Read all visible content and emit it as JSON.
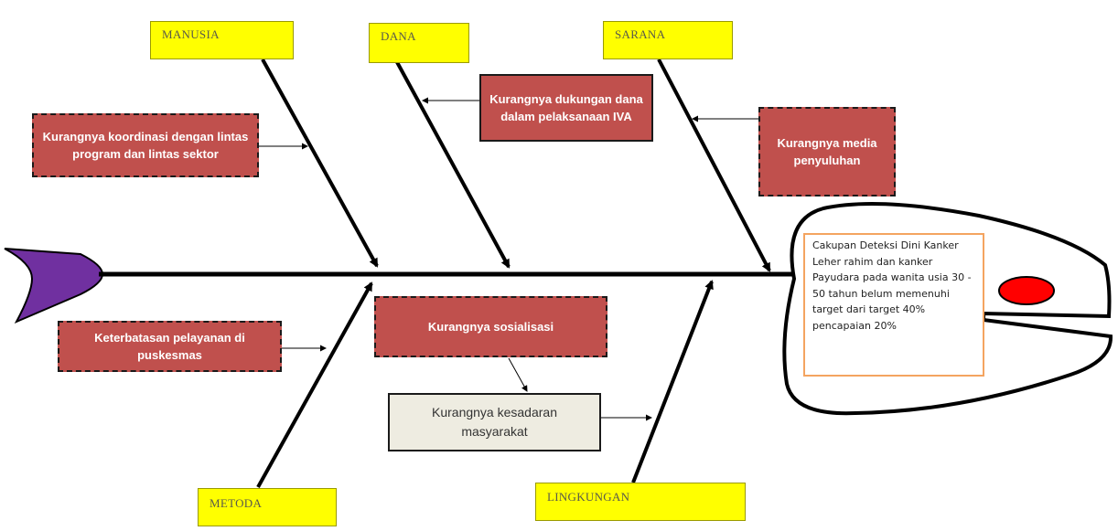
{
  "categories": {
    "manusia": "MANUSIA",
    "dana": "DANA",
    "sarana": "SARANA",
    "metoda": "METODA",
    "lingkungan": "LINGKUNGAN"
  },
  "causes": {
    "koordinasi": "Kurangnya koordinasi dengan lintas program dan lintas sektor",
    "dukungan_dana": "Kurangnya dukungan dana dalam pelaksanaan IVA",
    "media": "Kurangnya media penyuluhan",
    "pelayanan": "Keterbatasan pelayanan di puskesmas",
    "sosialisasi": "Kurangnya sosialisasi",
    "kesadaran": "Kurangnya kesadaran masyarakat"
  },
  "effect": "Cakupan Deteksi Dini Kanker Leher rahim dan kanker Payudara pada wanita usia 30 - 50 tahun belum memenuhi target dari target 40% pencapaian 20%",
  "colors": {
    "category_fill": "#ffff00",
    "cause_fill": "#c0504d",
    "plain_cause_fill": "#eeece1",
    "effect_border": "#f4a460",
    "tail_fill": "#7030a0",
    "eye_fill": "#ff0000"
  }
}
